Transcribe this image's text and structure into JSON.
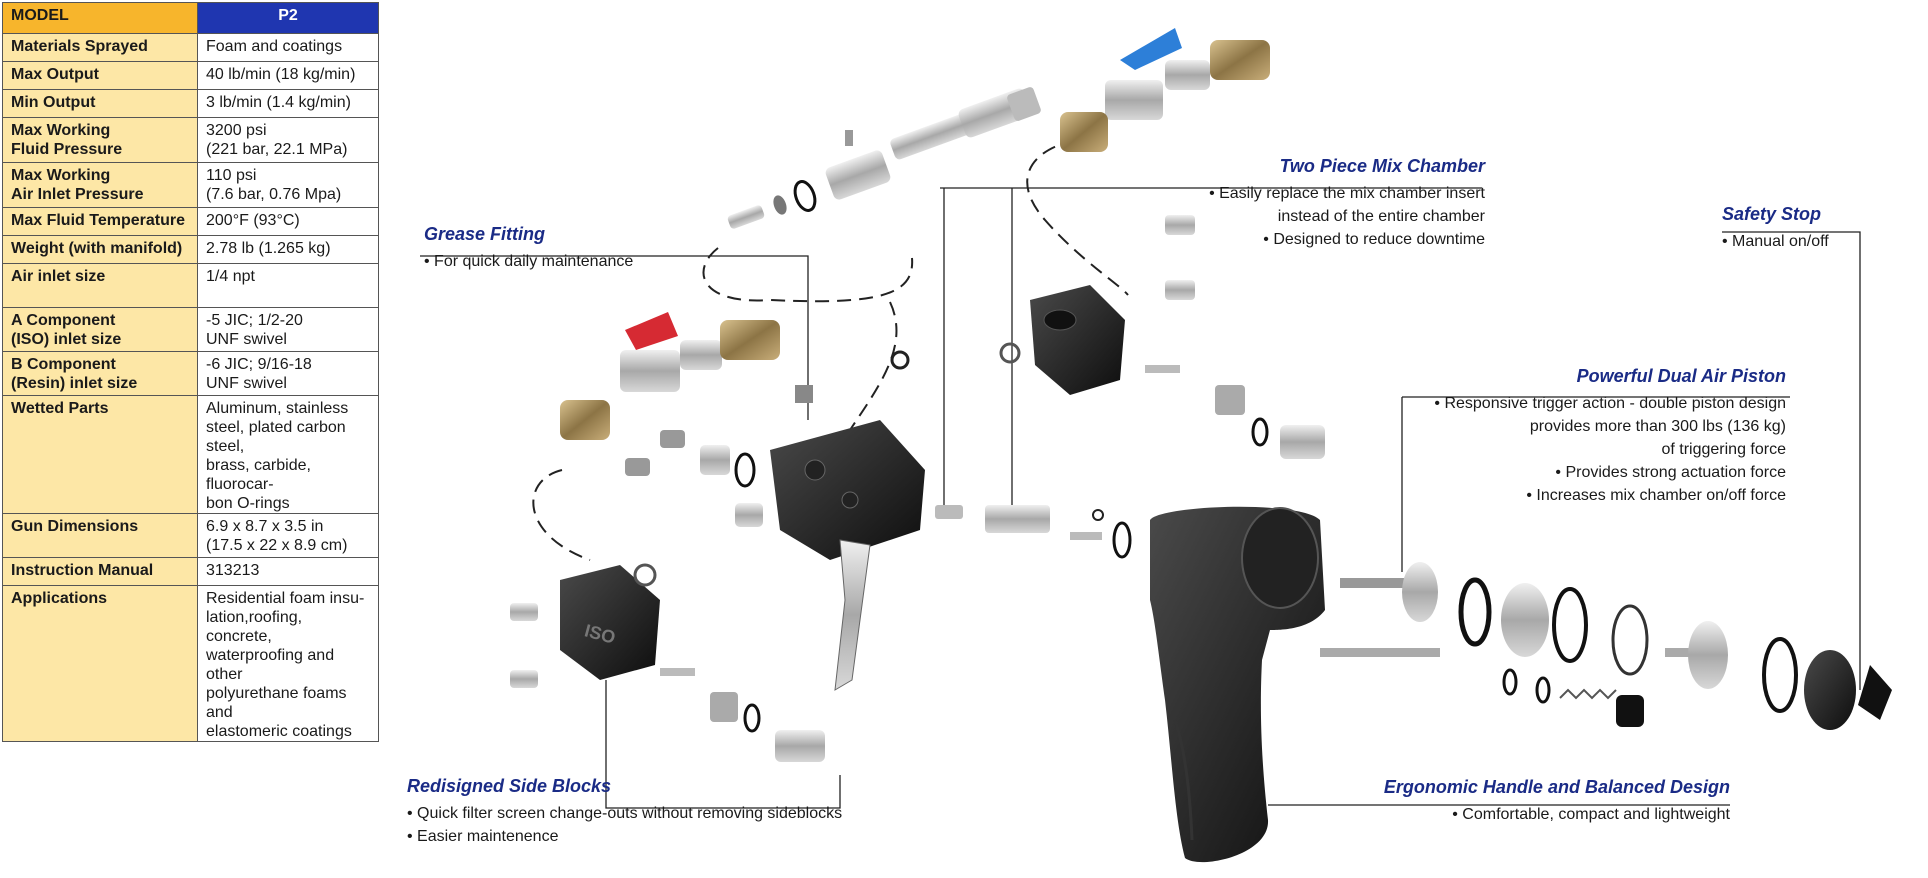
{
  "spec_table": {
    "header": {
      "label": "MODEL",
      "value": "P2"
    },
    "rows": [
      {
        "label": "Materials Sprayed",
        "value": "Foam and coatings"
      },
      {
        "label": "Max Output",
        "value": "40 lb/min (18 kg/min)"
      },
      {
        "label": "Min Output",
        "value": "3 lb/min (1.4 kg/min)"
      },
      {
        "label": "Max Working\nFluid Pressure",
        "value": "3200 psi\n(221 bar, 22.1 MPa)"
      },
      {
        "label": "Max Working\nAir Inlet Pressure",
        "value": "110 psi\n(7.6 bar, 0.76 Mpa)"
      },
      {
        "label": "Max Fluid Temperature",
        "value": "200°F (93°C)"
      },
      {
        "label": "Weight (with manifold)",
        "value": "2.78 lb (1.265 kg)"
      },
      {
        "label": "Air inlet size",
        "value": "1/4 npt"
      },
      {
        "label": "A Component\n(ISO) inlet size",
        "value": "-5 JIC; 1/2-20\nUNF swivel"
      },
      {
        "label": "B Component\n(Resin) inlet size",
        "value": "-6 JIC; 9/16-18\nUNF swivel"
      },
      {
        "label": "Wetted Parts",
        "value": "Aluminum, stainless\nsteel, plated carbon steel,\nbrass, carbide, fluorocar-\nbon O-rings"
      },
      {
        "label": "Gun Dimensions",
        "value": "6.9 x 8.7 x 3.5 in\n(17.5 x 22 x 8.9 cm)"
      },
      {
        "label": "Instruction Manual",
        "value": "313213"
      },
      {
        "label": "Applications",
        "value": "Residential foam insu-\nlation,roofing, concrete,\nwaterproofing and other\npolyurethane foams and\nelastomeric coatings"
      }
    ]
  },
  "callouts": {
    "grease_fitting": {
      "title": "Grease Fitting",
      "bullets": [
        "For quick daily maintenance"
      ]
    },
    "two_piece_mix_chamber": {
      "title": "Two Piece Mix Chamber",
      "bullets": [
        "Easily replace the mix chamber insert\ninstead of the entire chamber",
        "Designed to reduce downtime"
      ]
    },
    "safety_stop": {
      "title": "Safety Stop",
      "bullets": [
        "Manual on/off"
      ]
    },
    "powerful_dual_air_piston": {
      "title": "Powerful Dual Air Piston",
      "bullets": [
        "Responsive trigger action - double piston design\nprovides more than 300 lbs (136 kg)\nof triggering force",
        "Provides strong actuation force",
        "Increases mix chamber on/off force"
      ]
    },
    "redesigned_side_blocks": {
      "title": "Redisigned Side Blocks",
      "bullets": [
        "Quick filter screen change-outs without removing sideblocks",
        "Easier maintenence"
      ]
    },
    "ergonomic_handle": {
      "title": "Ergonomic Handle and Balanced Design",
      "bullets": [
        "Comfortable, compact and lightweight"
      ]
    }
  },
  "logos": {
    "side_block_embossed": "ISO"
  },
  "colors": {
    "header_model_bg": "#f7b52c",
    "header_value_bg": "#1f36b0",
    "label_bg": "#fde7a6",
    "callout_title": "#1a2b86",
    "valve_red": "#d62a33",
    "valve_blue": "#2d7fd8"
  }
}
